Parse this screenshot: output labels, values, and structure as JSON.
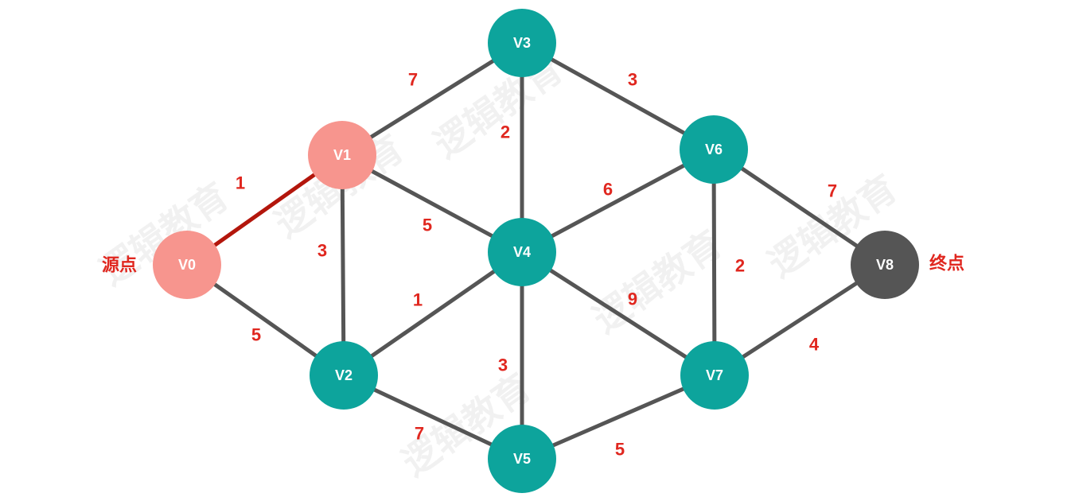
{
  "graph": {
    "source_label": "源点",
    "target_label": "终点",
    "watermark": "逻辑教育",
    "colors": {
      "source_node": "#f7958e",
      "visited_node": "#f7958e",
      "normal_node": "#0da49c",
      "target_node": "#555555",
      "edge": "#555555",
      "highlight_edge": "#b3160c",
      "weight_text": "#e0271f"
    },
    "nodes": [
      {
        "id": "V0",
        "label": "V0",
        "state": "source"
      },
      {
        "id": "V1",
        "label": "V1",
        "state": "visited"
      },
      {
        "id": "V2",
        "label": "V2",
        "state": "normal"
      },
      {
        "id": "V3",
        "label": "V3",
        "state": "normal"
      },
      {
        "id": "V4",
        "label": "V4",
        "state": "normal"
      },
      {
        "id": "V5",
        "label": "V5",
        "state": "normal"
      },
      {
        "id": "V6",
        "label": "V6",
        "state": "normal"
      },
      {
        "id": "V7",
        "label": "V7",
        "state": "normal"
      },
      {
        "id": "V8",
        "label": "V8",
        "state": "target"
      }
    ],
    "edges": [
      {
        "from": "V0",
        "to": "V1",
        "weight": "1",
        "highlight": true
      },
      {
        "from": "V0",
        "to": "V2",
        "weight": "5",
        "highlight": false
      },
      {
        "from": "V1",
        "to": "V2",
        "weight": "3",
        "highlight": false
      },
      {
        "from": "V1",
        "to": "V3",
        "weight": "7",
        "highlight": false
      },
      {
        "from": "V1",
        "to": "V4",
        "weight": "5",
        "highlight": false
      },
      {
        "from": "V2",
        "to": "V4",
        "weight": "1",
        "highlight": false
      },
      {
        "from": "V2",
        "to": "V5",
        "weight": "7",
        "highlight": false
      },
      {
        "from": "V3",
        "to": "V4",
        "weight": "2",
        "highlight": false
      },
      {
        "from": "V3",
        "to": "V6",
        "weight": "3",
        "highlight": false
      },
      {
        "from": "V4",
        "to": "V5",
        "weight": "3",
        "highlight": false
      },
      {
        "from": "V4",
        "to": "V6",
        "weight": "6",
        "highlight": false
      },
      {
        "from": "V4",
        "to": "V7",
        "weight": "9",
        "highlight": false
      },
      {
        "from": "V5",
        "to": "V7",
        "weight": "5",
        "highlight": false
      },
      {
        "from": "V6",
        "to": "V7",
        "weight": "2",
        "highlight": false
      },
      {
        "from": "V6",
        "to": "V8",
        "weight": "7",
        "highlight": false
      },
      {
        "from": "V7",
        "to": "V8",
        "weight": "4",
        "highlight": false
      }
    ]
  }
}
